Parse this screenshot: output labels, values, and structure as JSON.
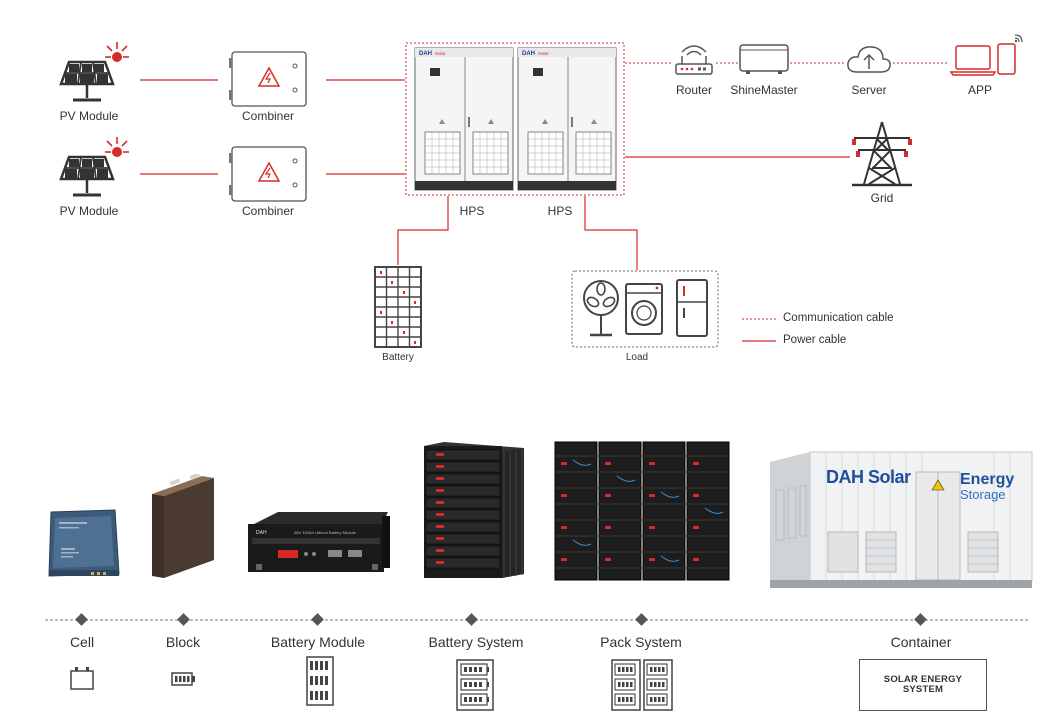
{
  "diagram": {
    "nodes": {
      "pv_module_1": "PV Module",
      "pv_module_2": "PV Module",
      "combiner_1": "Combiner",
      "combiner_2": "Combiner",
      "hps_1": "HPS",
      "hps_2": "HPS",
      "router": "Router",
      "shinemaster": "ShineMaster",
      "server": "Server",
      "app": "APP",
      "grid": "Grid",
      "battery": "Battery",
      "load": "Load"
    },
    "legend": {
      "communication": "Communication cable",
      "power": "Power cable"
    },
    "brand": {
      "logo_text": "DAH Solar",
      "container_title_1": "Energy",
      "container_title_2": "Storage"
    }
  },
  "hierarchy": {
    "stages": [
      "Cell",
      "Block",
      "Battery Module",
      "Battery System",
      "Pack System",
      "Container"
    ],
    "container_box_line1": "SOLAR ENERGY",
    "container_box_line2": "SYSTEM"
  },
  "colors": {
    "accent_red": "#d52b2b",
    "wire": "#d4a6a6",
    "icon": "#444444"
  }
}
